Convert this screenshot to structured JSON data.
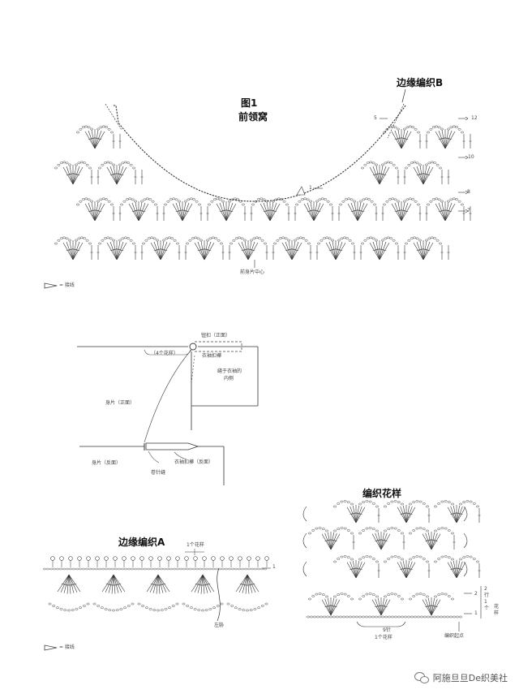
{
  "fig1": {
    "title": "图1",
    "subtitle": "前领窝",
    "edging_label": "边缘编织B",
    "row_labels": [
      "12",
      "10",
      "8",
      "7"
    ],
    "left_marker": "5",
    "start_marker": "1",
    "center_label": "前身片中心",
    "legend": "= 接线"
  },
  "assembly": {
    "button_label": "钮扣（正面）",
    "patterns_label": "（4个花样）",
    "placket_label": "衣袖扣襻",
    "sew_label_1": "缝于衣袖的",
    "sew_label_2": "内侧",
    "body_front_label": "身片（正面）",
    "body_back_label": "身片（反面）",
    "placket_back_label": "衣袖扣襻（反面）",
    "whip_label": "卷针缝"
  },
  "edging_a": {
    "title": "边缘编织A",
    "repeat_label": "1个花样",
    "row_marker": "1",
    "side_label": "左胁",
    "legend": "= 接线"
  },
  "stitch_pattern": {
    "title": "编织花样",
    "row_marks": [
      "2",
      "1"
    ],
    "repeat_v_1": "2行1个",
    "repeat_v_2": "花样",
    "stitches_1": "9针",
    "stitches_2": "1个花样",
    "start_label": "编织起点"
  },
  "watermark": {
    "text": "阿施旦旦De织美社",
    "icon": "wechat-icon"
  }
}
